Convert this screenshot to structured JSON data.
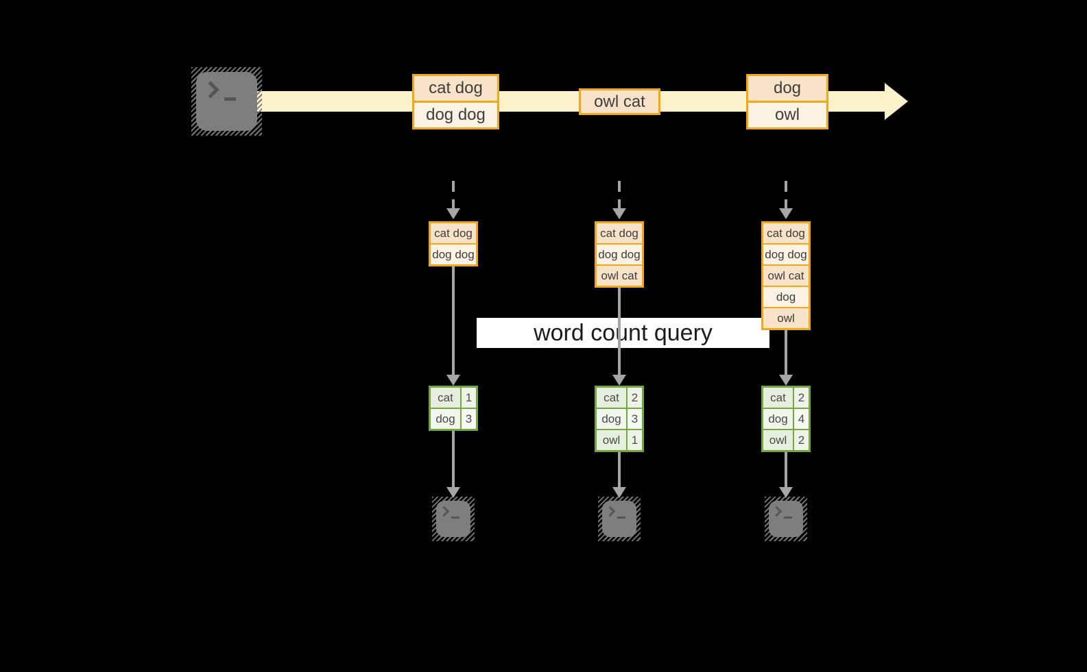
{
  "banner": {
    "label": "word count query"
  },
  "timeline": {
    "batches": [
      {
        "lines": [
          "cat dog",
          "dog dog"
        ]
      },
      {
        "lines": [
          "owl cat"
        ]
      },
      {
        "lines": [
          "dog",
          "owl"
        ]
      }
    ]
  },
  "states": [
    {
      "rows": [
        "cat dog",
        "dog dog"
      ]
    },
    {
      "rows": [
        "cat dog",
        "dog dog",
        "owl cat"
      ]
    },
    {
      "rows": [
        "cat dog",
        "dog dog",
        "owl cat",
        "dog",
        "owl"
      ]
    }
  ],
  "results": [
    {
      "rows": [
        {
          "word": "cat",
          "count": "1"
        },
        {
          "word": "dog",
          "count": "3"
        }
      ]
    },
    {
      "rows": [
        {
          "word": "cat",
          "count": "2"
        },
        {
          "word": "dog",
          "count": "3"
        },
        {
          "word": "owl",
          "count": "1"
        }
      ]
    },
    {
      "rows": [
        {
          "word": "cat",
          "count": "2"
        },
        {
          "word": "dog",
          "count": "4"
        },
        {
          "word": "owl",
          "count": "2"
        }
      ]
    }
  ],
  "icons": {
    "source": "terminal-icon",
    "sinks": [
      "terminal-icon",
      "terminal-icon",
      "terminal-icon"
    ]
  },
  "colors": {
    "background": "#000000",
    "stream_arrow": "#FBF1CB",
    "record_border": "#F0A818",
    "record_fill_dark": "#F8E3C9",
    "record_fill_light": "#FCF2E4",
    "table_border": "#74A742",
    "table_fill_dark": "#E6EEDD",
    "table_fill_light": "#F1F6EC",
    "connector_gray": "#A6A6A6",
    "terminal_gray": "#7E7E7E",
    "banner_bg": "#FFFFFF",
    "text": "#3D3D3D"
  }
}
